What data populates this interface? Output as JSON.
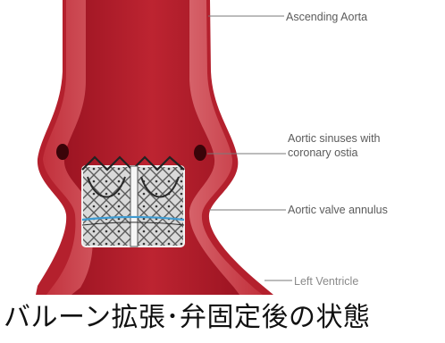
{
  "labels": {
    "ascending_aorta": "Ascending Aorta",
    "aortic_sinuses_line1": "Aortic sinuses with",
    "aortic_sinuses_line2": "coronary ostia",
    "aortic_valve_annulus": "Aortic valve annulus",
    "left_ventricle": "Left Ventricle"
  },
  "caption": "バルーン拡張･弁固定後の状態",
  "colors": {
    "vessel_outer": "#b4202d",
    "vessel_wall": "#d8646c",
    "vessel_lumen": "#b11d2a",
    "stent_frame": "#f0f0f0",
    "leader_line": "#7a7a7a"
  }
}
